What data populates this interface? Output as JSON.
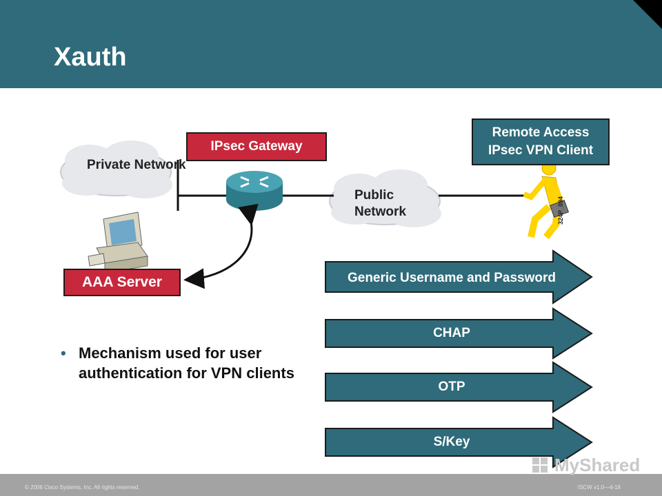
{
  "slide": {
    "title": "Xauth",
    "bullet": "Mechanism used for user authentication for VPN clients"
  },
  "diagram": {
    "private_network": "Private Network",
    "public_network": "Public Network",
    "gateway_label": "IPsec Gateway",
    "aaa_label": "AAA Server",
    "client_label_line1": "Remote Access",
    "client_label_line2": "IPsec VPN Client",
    "figure_id": "324P_094",
    "methods": [
      "Generic Username and Password",
      "CHAP",
      "OTP",
      "S/Key"
    ]
  },
  "footer": {
    "copyright": "© 2006 Cisco Systems, Inc. All rights reserved.",
    "course": "ISCW v1.0—4-18"
  },
  "watermark": "MyShared",
  "colors": {
    "teal": "#2f6b7a",
    "red": "#c8283c",
    "cloud": "#e6e8eb",
    "router": "#3a8e9e",
    "user": "#ffd400"
  }
}
